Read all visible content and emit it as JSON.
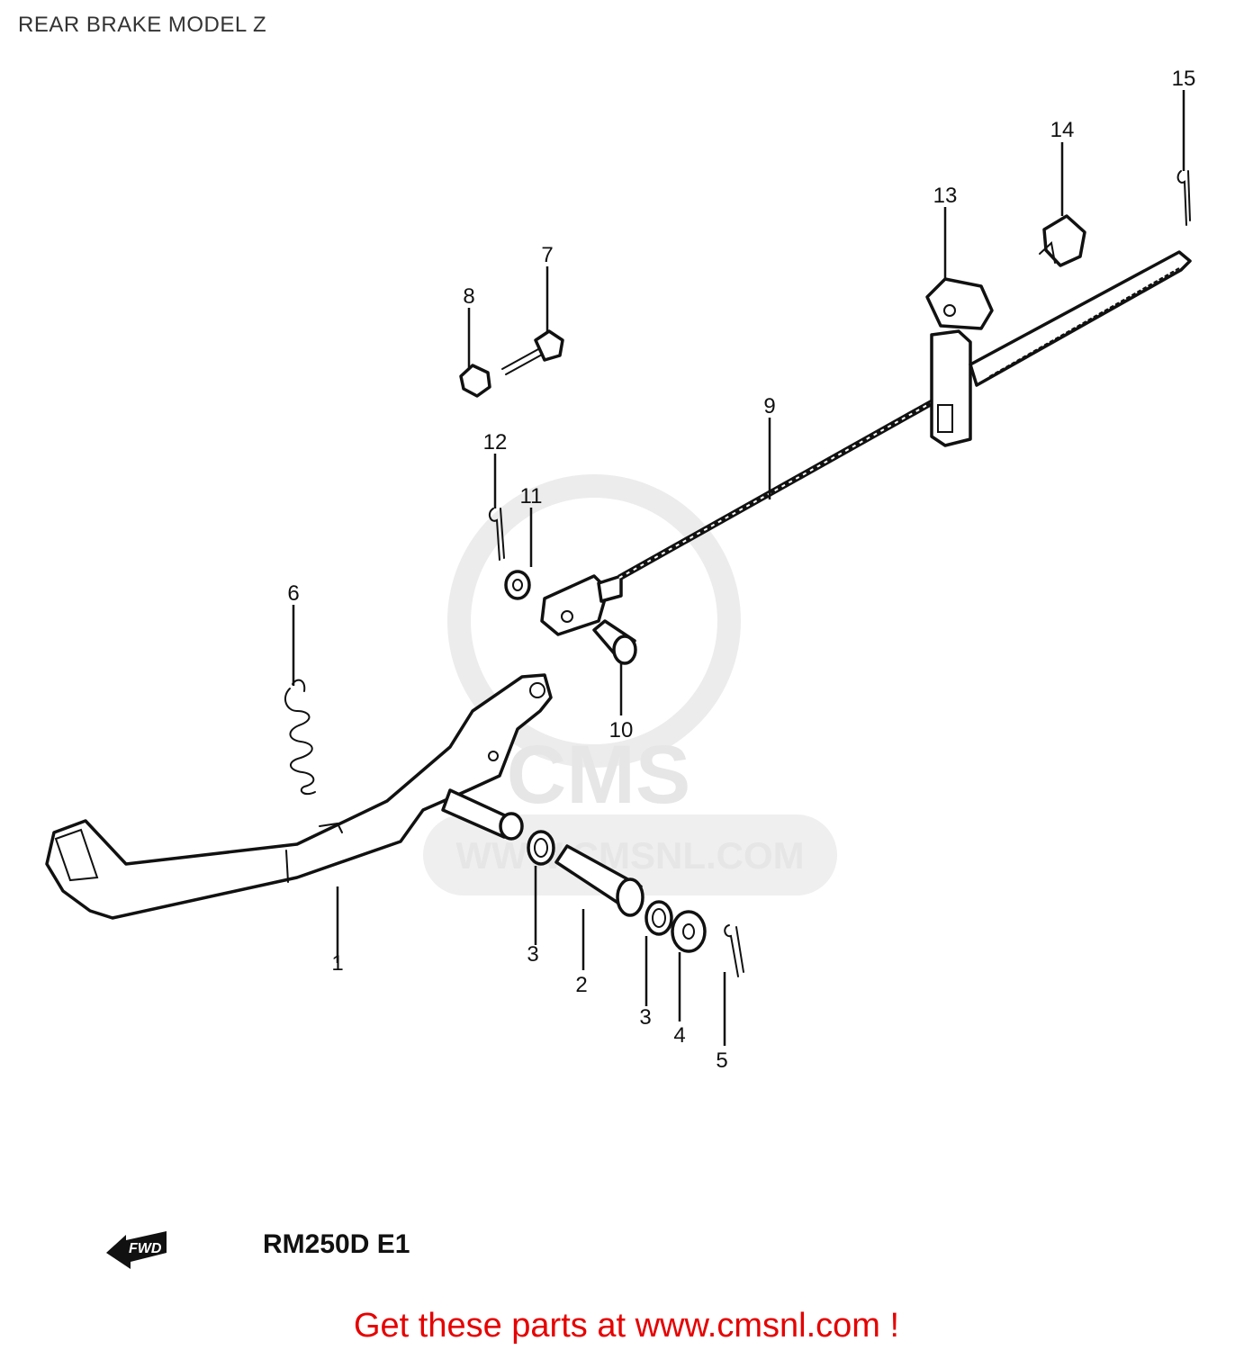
{
  "page": {
    "title": "REAR BRAKE MODEL Z"
  },
  "callouts": {
    "c1": "1",
    "c2": "2",
    "c3a": "3",
    "c3b": "3",
    "c4": "4",
    "c5": "5",
    "c6": "6",
    "c7": "7",
    "c8": "8",
    "c9": "9",
    "c10": "10",
    "c11": "11",
    "c12": "12",
    "c13": "13",
    "c14": "14",
    "c15": "15"
  },
  "watermark": {
    "logo_text": "CMS",
    "url_text": "WWW.CMSNL.COM"
  },
  "diagram": {
    "model_code": "RM250D E1",
    "fwd_label": "FWD"
  },
  "footer": {
    "link_text": "Get these parts at www.cmsnl.com !"
  }
}
